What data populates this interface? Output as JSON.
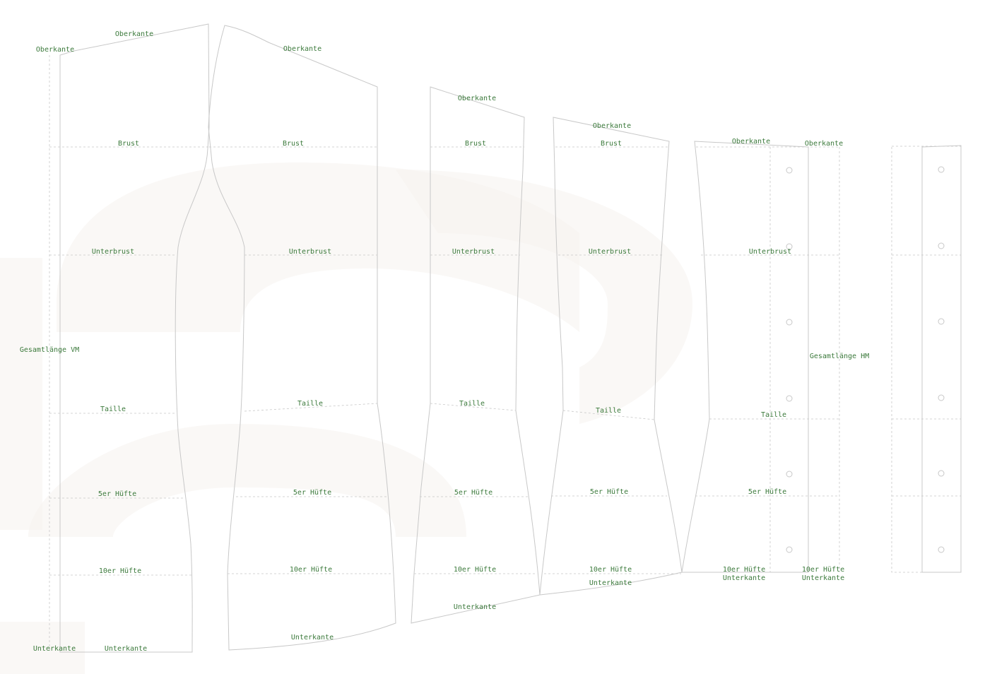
{
  "colors": {
    "label": "#3c7a3c",
    "line": "#c8c8c8",
    "background": "#ffffff"
  },
  "labels": {
    "oberkante": "Oberkante",
    "brust": "Brust",
    "unterbrust": "Unterbrust",
    "taille": "Taille",
    "huefte5": "5er Hüfte",
    "huefte10": "10er Hüfte",
    "unterkante": "Unterkante",
    "gesamt_vm": "Gesamtlänge VM",
    "gesamt_hm": "Gesamtlänge HM"
  }
}
